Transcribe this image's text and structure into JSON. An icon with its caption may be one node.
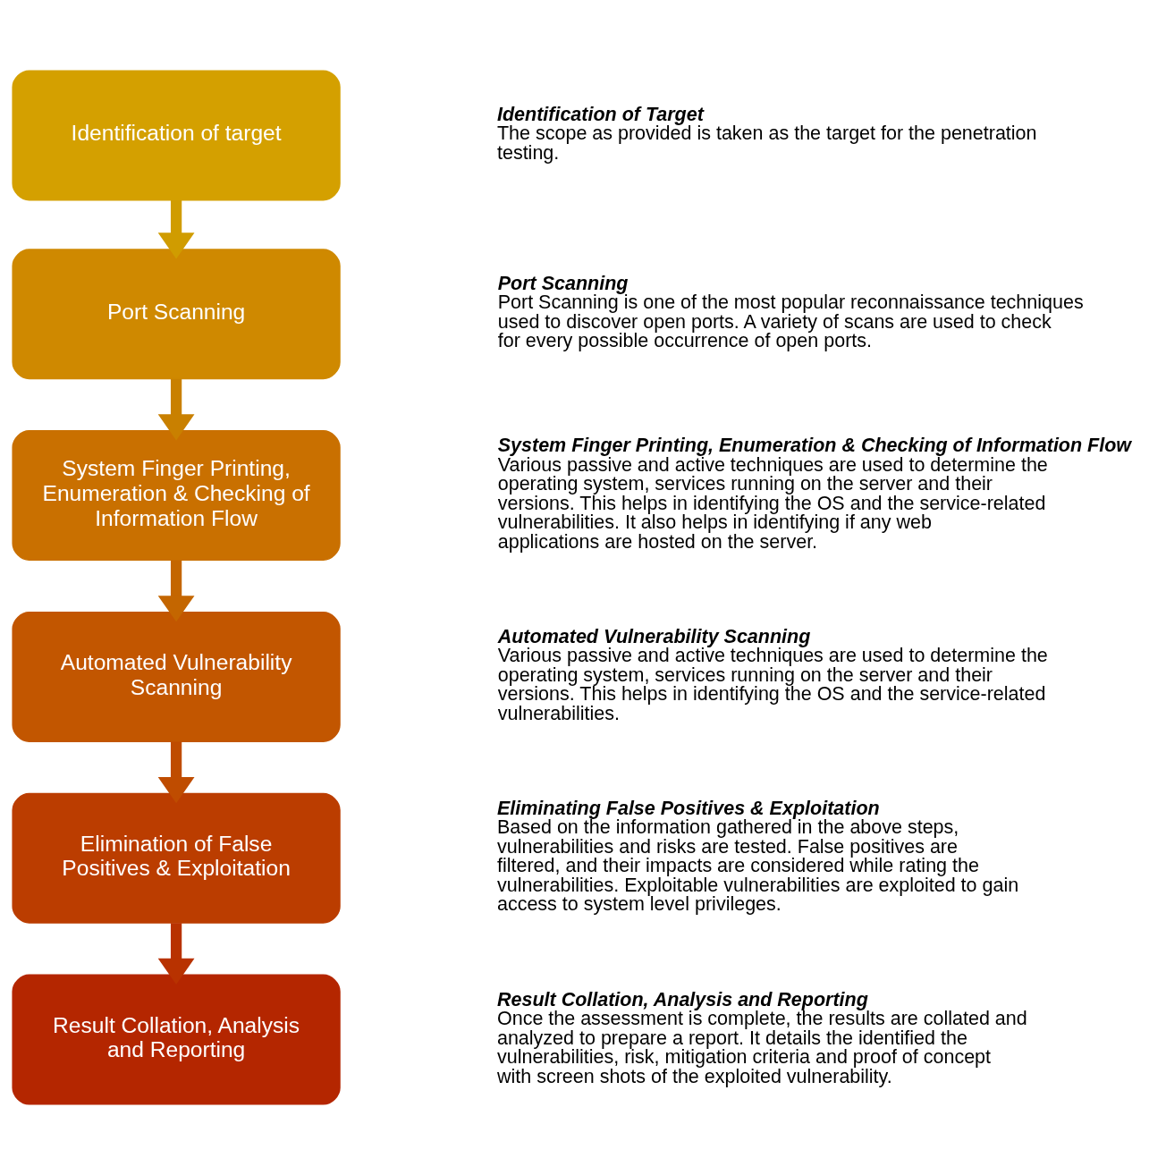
{
  "diagram": {
    "nodes": [
      {
        "text": [
          "Identification of target"
        ],
        "beside": [
          "Identification of Target",
          "The scope as provided is taken as the target for the penetration testing."
        ]
      },
      {
        "text": [
          "Port Scanning"
        ],
        "beside": [
          "Port Scanning",
          "Port Scanning is one of the most popular reconnaissance techniques used to discover open ports. A variety of scans are used to check for every possible occurrence of open ports."
        ]
      },
      {
        "text": [
          "System Finger Printing, Enumeration & Checking of Information Flow"
        ],
        "beside": [
          "System Finger Printing, Enumeration & Checking of Information Flow",
          "Various passive and active techniques are used to determine the operating system, services running on the server and their versions. This helps in identifying the OS and the service-related vulnerabilities. It also helps in identifying if any web applications are hosted on the server."
        ]
      },
      {
        "text": [
          "Automated Vulnerability Scanning"
        ],
        "beside": [
          "Automated Vulnerability Scanning",
          "Various passive and active techniques are used to determine the operating system, services running on the server and their versions. This helps in identifying the OS and the service-related vulnerabilities."
        ]
      },
      {
        "text": [
          "Elimination of False Positives & Exploitation"
        ],
        "beside": [
          "Eliminating False Positives & Exploitation",
          "Based on the information gathered in the above steps, vulnerabilities and risks are tested. False positives are filtered, and their impacts are considered while rating the vulnerabilities. Exploitable vulnerabilities are exploited to gain access to system level privileges."
        ]
      },
      {
        "text": [
          "Result Collation, Analysis and Reporting"
        ],
        "beside": [
          "Result Collation, Analysis and Reporting",
          "Once the assessment is complete, the results are collated and analyzed to prepare a report. It details the identified the vulnerabilities, risk, mitigation criteria and proof of concept with screen shots of the exploited vulnerability."
        ]
      }
    ],
    "edges": [
      {
        "from": 0,
        "to": 1,
        "arrow": "to",
        "color": "#d09c00"
      },
      {
        "from": 1,
        "to": 2,
        "arrow": "to",
        "color": "#c98000"
      },
      {
        "from": 2,
        "to": 3,
        "arrow": "to",
        "color": "#c46600"
      },
      {
        "from": 3,
        "to": 4,
        "arrow": "to",
        "color": "#bf4c00"
      },
      {
        "from": 4,
        "to": 5,
        "arrow": "to",
        "color": "#b83200"
      }
    ]
  }
}
